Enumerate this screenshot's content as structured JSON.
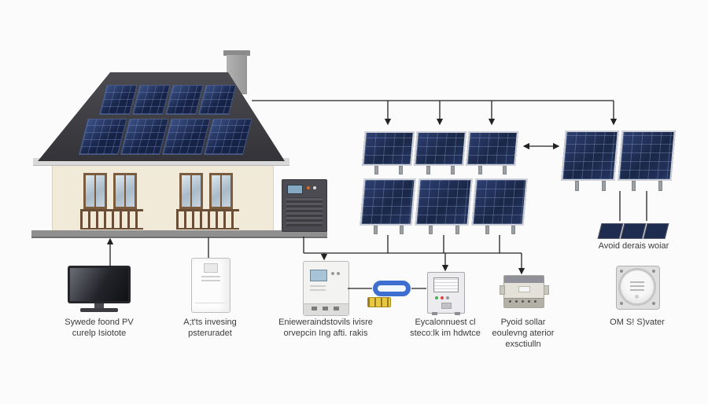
{
  "colors": {
    "background": "#fbfbfb",
    "panel_blue": "#1d2c52",
    "panel_frame_silver": "#cdd1d7",
    "roof_gray": "#3e3e44",
    "wall_cream": "#f1ead9",
    "window_brown": "#7b5c3f",
    "connector_black": "#222222",
    "coil_blue": "#3e6ecf",
    "fuse_yellow": "#e9c83f"
  },
  "captions": {
    "tv": {
      "line1": "Sywede foond PV",
      "line2": "curelp Isiotote"
    },
    "water_heater": {
      "line1": "A;t'ts invesing",
      "line2": "psteruradet"
    },
    "inverter": {
      "line1": "Enieweraindstovils ivisre",
      "line2": "orvepcin Ing afti. rakis"
    },
    "control_box": {
      "line1": "Eycalonnuest cl",
      "line2": "steco:lk im hdwtce"
    },
    "charge_controller": {
      "line1": "Pyoid sollar",
      "line2": "eoulevng aterior",
      "line3": "exsctiulln"
    },
    "meter": {
      "line1": "OM S! S)vater"
    },
    "spare_panels": {
      "line1": "Avoid derais woiar"
    }
  }
}
